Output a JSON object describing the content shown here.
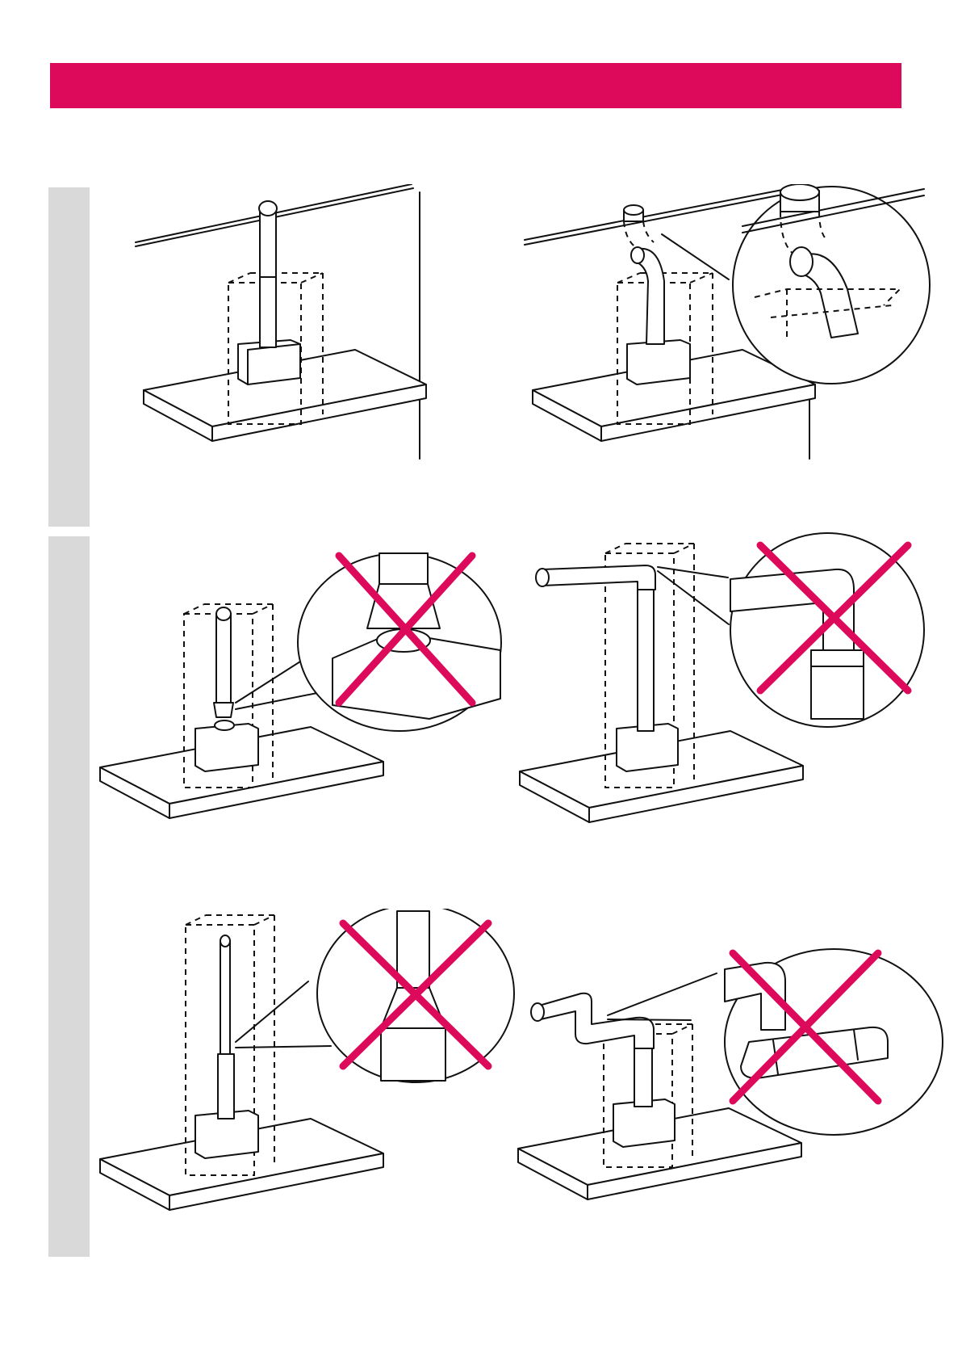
{
  "header": {
    "color": "#dd0a5c"
  },
  "side_tabs": {
    "color": "#d9d9d9"
  },
  "diagrams": [
    {
      "id": "straight-duct-correct",
      "verdict": "allowed"
    },
    {
      "id": "curved-duct-correct",
      "verdict": "allowed"
    },
    {
      "id": "reducer-at-outlet-wrong",
      "verdict": "not-allowed"
    },
    {
      "id": "elbow-at-top-wrong",
      "verdict": "not-allowed"
    },
    {
      "id": "reduced-diameter-wrong",
      "verdict": "not-allowed"
    },
    {
      "id": "multiple-bends-wrong",
      "verdict": "not-allowed"
    }
  ],
  "icons": {
    "cross": "cross-out-icon"
  },
  "footer": {
    "page_number": ""
  }
}
